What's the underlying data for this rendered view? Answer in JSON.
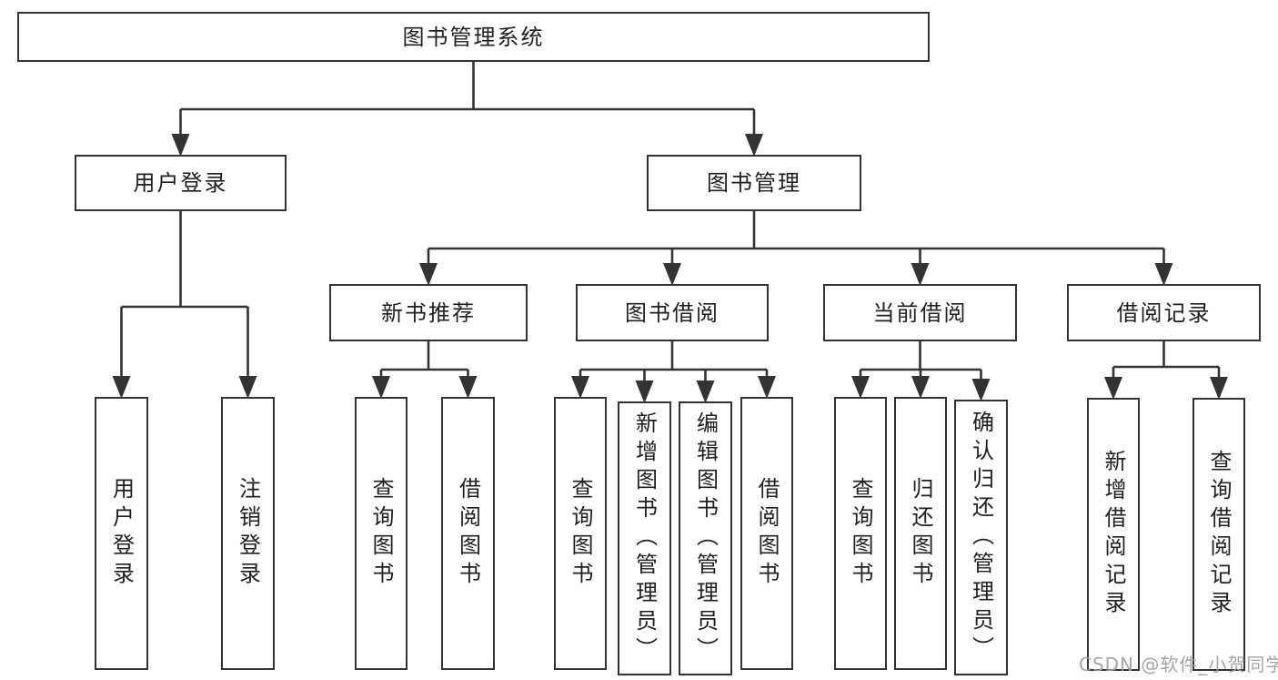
{
  "diagram": {
    "title": "图书管理系统",
    "type": "hierarchy-tree",
    "colors": {
      "line": "#333333",
      "text": "#1f1f1f",
      "background": "#ffffff",
      "watermark_color": "#9e9e9e"
    },
    "nodes": {
      "root": {
        "label": "图书管理系统"
      },
      "user_login": {
        "label": "用户登录"
      },
      "book_mgmt": {
        "label": "图书管理"
      },
      "new_book_rec": {
        "label": "新书推荐"
      },
      "book_borrow": {
        "label": "图书借阅"
      },
      "current_borrow": {
        "label": "当前借阅"
      },
      "borrow_records": {
        "label": "借阅记录"
      },
      "leaf_user_login": {
        "label": "用户登录"
      },
      "leaf_logout": {
        "label": "注销登录"
      },
      "leaf_query_books_rec": {
        "label": "查询图书"
      },
      "leaf_borrow_books_rec": {
        "label": "借阅图书"
      },
      "leaf_query_books_borrow": {
        "label": "查询图书"
      },
      "leaf_add_books": {
        "label": "新增图书（管理员）"
      },
      "leaf_edit_books": {
        "label": "编辑图书（管理员）"
      },
      "leaf_borrow_books": {
        "label": "借阅图书"
      },
      "leaf_query_books_current": {
        "label": "查询图书"
      },
      "leaf_return_books": {
        "label": "归还图书"
      },
      "leaf_confirm_return": {
        "label": "确认归还（管理员）"
      },
      "leaf_add_borrow_record": {
        "label": "新增借阅记录"
      },
      "leaf_query_borrow_record": {
        "label": "查询借阅记录"
      }
    },
    "edges": [
      {
        "from": "root",
        "to": [
          "user_login",
          "book_mgmt"
        ]
      },
      {
        "from": "user_login",
        "to": [
          "leaf_user_login",
          "leaf_logout"
        ]
      },
      {
        "from": "book_mgmt",
        "to": [
          "new_book_rec",
          "book_borrow",
          "current_borrow",
          "borrow_records"
        ]
      },
      {
        "from": "new_book_rec",
        "to": [
          "leaf_query_books_rec",
          "leaf_borrow_books_rec"
        ]
      },
      {
        "from": "book_borrow",
        "to": [
          "leaf_query_books_borrow",
          "leaf_add_books",
          "leaf_edit_books",
          "leaf_borrow_books"
        ]
      },
      {
        "from": "current_borrow",
        "to": [
          "leaf_query_books_current",
          "leaf_return_books",
          "leaf_confirm_return"
        ]
      },
      {
        "from": "borrow_records",
        "to": [
          "leaf_add_borrow_record",
          "leaf_query_borrow_record"
        ]
      }
    ],
    "watermark": "CSDN @软件_小贺同学"
  }
}
